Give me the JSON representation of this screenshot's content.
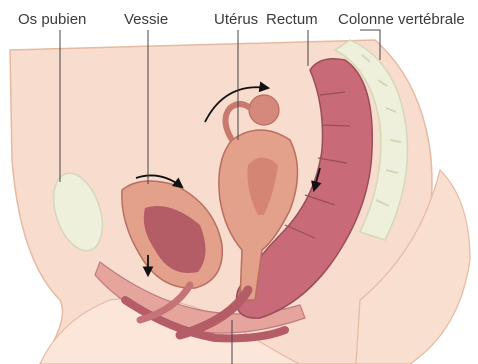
{
  "labels": {
    "pubic_bone": "Os pubien",
    "bladder": "Vessie",
    "uterus": "Utérus",
    "rectum": "Rectum",
    "spine": "Colonne vertébrale"
  },
  "colors": {
    "background": "#ffffff",
    "body_fill": "#f8dccd",
    "body_outline": "#e6b9a2",
    "bone": "#eef0dc",
    "bone_outline": "#d3d8b6",
    "organ": "#d9907f",
    "organ_dark": "#b45d67",
    "organ_light": "#e8ad95",
    "leader_line": "#444444",
    "arrow": "#111111"
  },
  "icons": {
    "motion_arrows": "curved-arrow-icon",
    "down_arrows": "down-arrow-icon"
  }
}
